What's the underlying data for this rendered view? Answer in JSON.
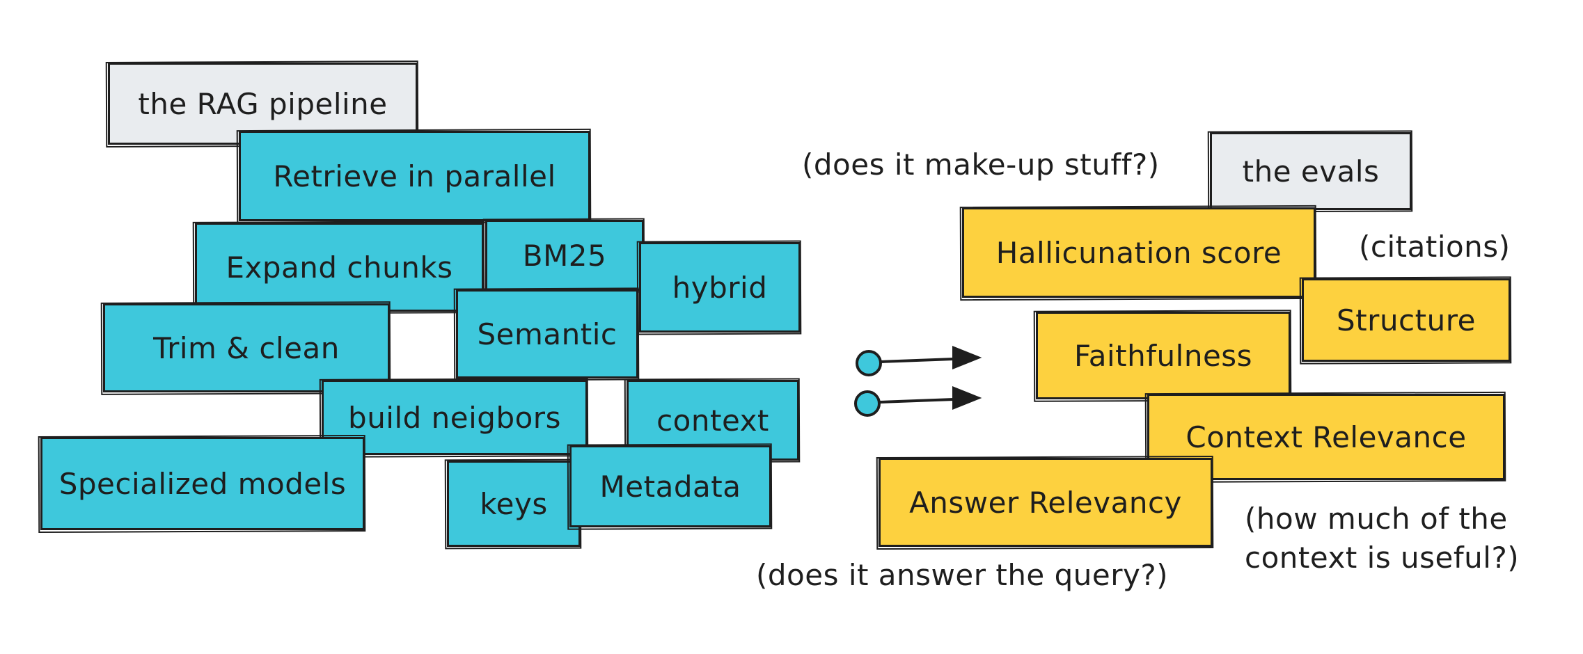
{
  "pipeline": {
    "title": "the RAG pipeline",
    "boxes": {
      "retrieve": "Retrieve in parallel",
      "expand": "Expand chunks",
      "bm25": "BM25",
      "hybrid": "hybrid",
      "trim": "Trim & clean",
      "semantic": "Semantic",
      "neighbors": "build neigbors",
      "context": "context",
      "specialized": "Specialized models",
      "keys": "keys",
      "metadata": "Metadata"
    }
  },
  "evals": {
    "title": "the evals",
    "boxes": {
      "hallucination": "Hallicunation score",
      "structure": "Structure",
      "faithfulness": "Faithfulness",
      "context_relevance": "Context Relevance",
      "answer_relevancy": "Answer Relevancy"
    },
    "notes": {
      "makeup": "(does it make-up stuff?)",
      "citations": "(citations)",
      "useful": "(how much of the context is useful?)",
      "answer": "(does it answer the query?)"
    }
  },
  "colors": {
    "pipeline_fill": "#3ec8dc",
    "evals_fill": "#fdd13f",
    "title_fill": "#e9ecef",
    "stroke": "#1e1e1e"
  }
}
